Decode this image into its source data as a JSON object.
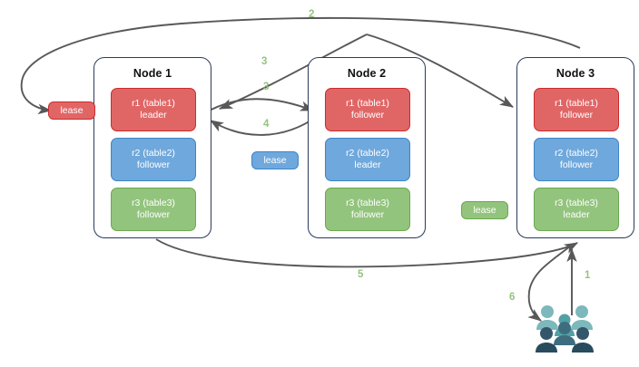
{
  "diagram": {
    "title": "lease-and-raft-replication-flow",
    "colors": {
      "red_fill": "#e06666",
      "red_border": "#cc2b2b",
      "blue_fill": "#6fa8dc",
      "blue_border": "#3d85c6",
      "green_fill": "#93c47d",
      "green_border": "#6aa84f",
      "node_border": "#2a3b5c",
      "arrow": "#585858",
      "step_label": "#93c47d",
      "people_light": "#7cb8bc",
      "people_dark": "#33566b"
    },
    "nodes": [
      {
        "title": "Node 1",
        "replicas": [
          {
            "name": "r1 (table1)",
            "role": "leader",
            "color": "red"
          },
          {
            "name": "r2 (table2)",
            "role": "follower",
            "color": "blue"
          },
          {
            "name": "r3 (table3)",
            "role": "follower",
            "color": "green"
          }
        ]
      },
      {
        "title": "Node 2",
        "replicas": [
          {
            "name": "r1 (table1)",
            "role": "follower",
            "color": "red"
          },
          {
            "name": "r2 (table2)",
            "role": "leader",
            "color": "blue"
          },
          {
            "name": "r3 (table3)",
            "role": "follower",
            "color": "green"
          }
        ]
      },
      {
        "title": "Node 3",
        "replicas": [
          {
            "name": "r1 (table1)",
            "role": "follower",
            "color": "red"
          },
          {
            "name": "r2 (table2)",
            "role": "follower",
            "color": "blue"
          },
          {
            "name": "r3 (table3)",
            "role": "leader",
            "color": "green"
          }
        ]
      }
    ],
    "leases": [
      {
        "label": "lease",
        "color": "red"
      },
      {
        "label": "lease",
        "color": "blue"
      },
      {
        "label": "lease",
        "color": "green"
      }
    ],
    "steps": [
      {
        "label": "1"
      },
      {
        "label": "2"
      },
      {
        "label": "3"
      },
      {
        "label": "3"
      },
      {
        "label": "4"
      },
      {
        "label": "5"
      },
      {
        "label": "6"
      }
    ],
    "people_icon": "users-group-icon"
  }
}
